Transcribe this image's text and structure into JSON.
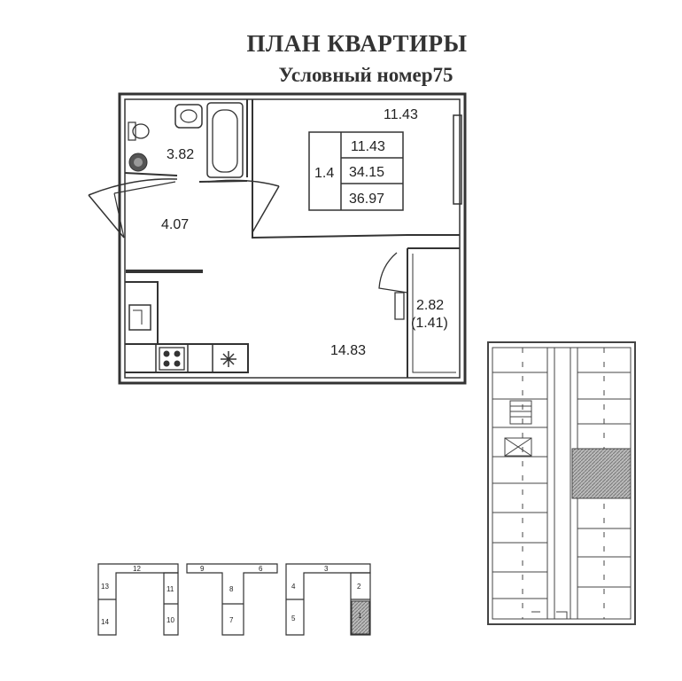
{
  "header": {
    "title": "ПЛАН КВАРТИРЫ",
    "subtitle": "Условный номер75"
  },
  "apartment": {
    "rooms": {
      "living_area": "11.43",
      "bathroom": "3.82",
      "hallway": "4.07",
      "kitchen": "14.83",
      "balcony": "2.82",
      "balcony_reduced": "(1.41)"
    },
    "summary": {
      "rooms_label": "1.4",
      "living": "11.43",
      "total": "34.15",
      "total_with_balcony": "36.97"
    }
  },
  "section_key": {
    "numbers": [
      "12",
      "13",
      "14",
      "11",
      "10",
      "9",
      "6",
      "8",
      "7",
      "4",
      "5",
      "3",
      "2",
      "1"
    ],
    "highlighted": "1"
  }
}
